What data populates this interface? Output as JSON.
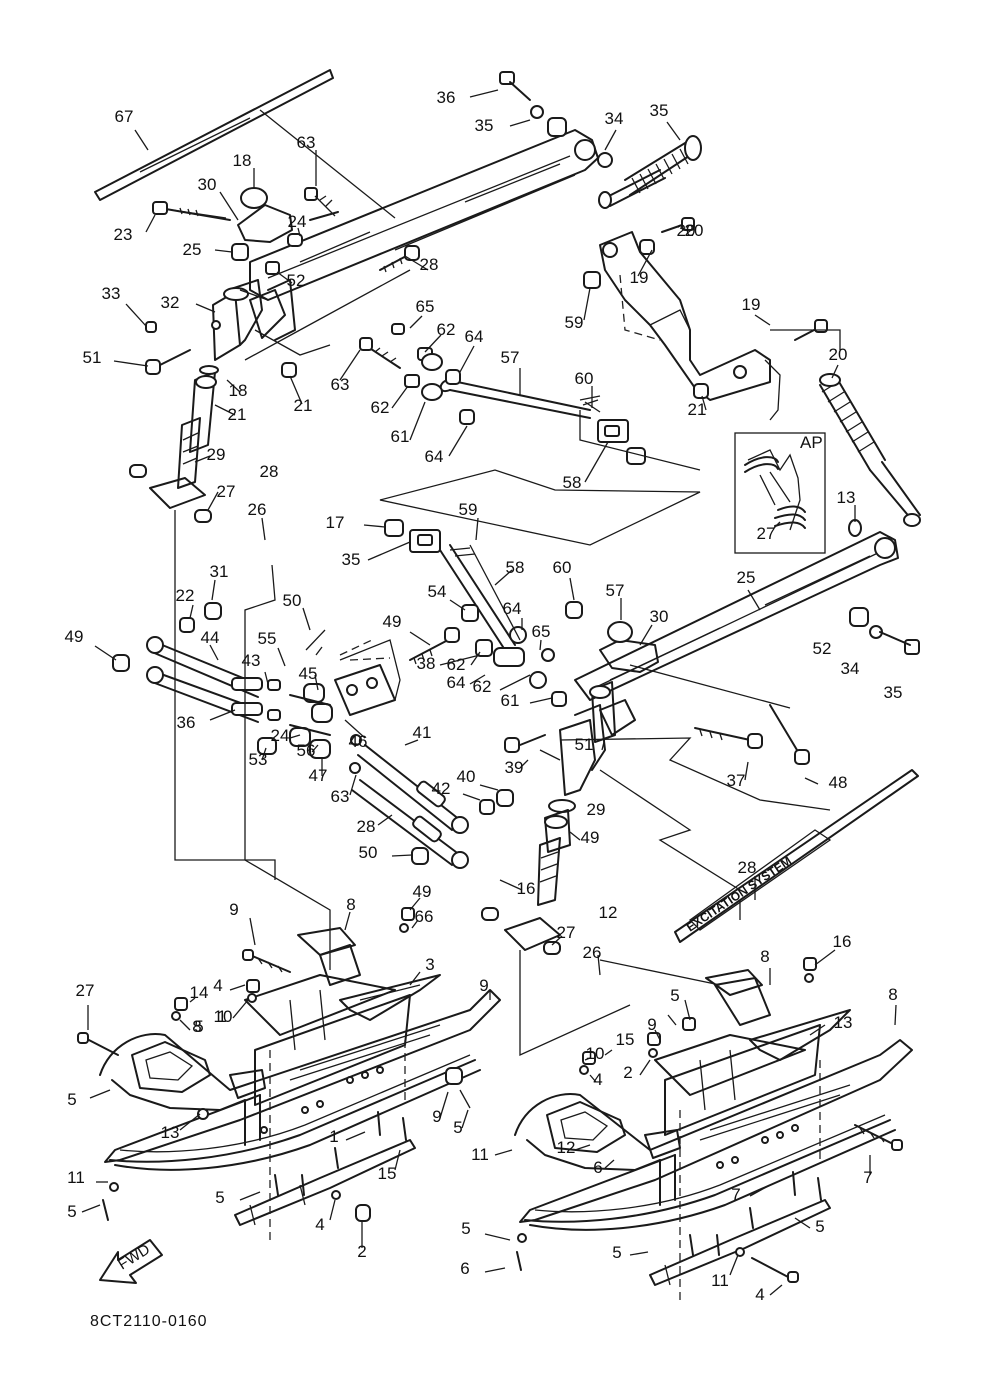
{
  "diagram_code": "8CT2110-0160",
  "fwd_label": "FWD",
  "ap_label": "AP",
  "decal_text": "EXCITATION SYSTEM",
  "callouts": [
    "67",
    "63",
    "36",
    "35",
    "34",
    "35",
    "18",
    "30",
    "23",
    "24",
    "25",
    "28",
    "20",
    "19",
    "20",
    "33",
    "32",
    "52",
    "51",
    "21",
    "65",
    "62",
    "64",
    "63",
    "62",
    "61",
    "57",
    "60",
    "64",
    "58",
    "59",
    "21",
    "19",
    "20",
    "18",
    "21",
    "29",
    "28",
    "27",
    "26",
    "27",
    "13",
    "17",
    "35",
    "59",
    "58",
    "60",
    "57",
    "25",
    "30",
    "31",
    "22",
    "49",
    "50",
    "49",
    "54",
    "64",
    "62",
    "65",
    "55",
    "44",
    "43",
    "45",
    "38",
    "64",
    "62",
    "61",
    "52",
    "34",
    "35",
    "36",
    "46",
    "48",
    "53",
    "24",
    "56",
    "47",
    "41",
    "39",
    "37",
    "51",
    "63",
    "28",
    "42",
    "40",
    "50",
    "49",
    "29",
    "28",
    "49",
    "66",
    "8",
    "9",
    "16",
    "12",
    "27",
    "26",
    "27",
    "14",
    "3",
    "4",
    "10",
    "8",
    "9",
    "8",
    "5",
    "1",
    "16",
    "5",
    "9",
    "13",
    "15",
    "10",
    "8",
    "4",
    "2",
    "9",
    "5",
    "1",
    "5",
    "13",
    "15",
    "11",
    "2",
    "5",
    "7",
    "5",
    "4",
    "11",
    "12",
    "6",
    "5",
    "7",
    "5",
    "11",
    "4",
    "6",
    "5",
    "3"
  ],
  "colors": {
    "line": "#1a1a1a",
    "background": "#ffffff"
  }
}
